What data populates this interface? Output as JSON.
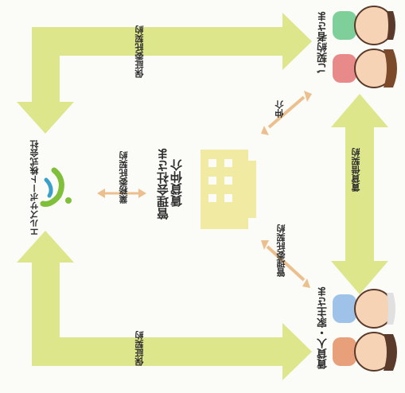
{
  "labels": {
    "top_band": "保証委託契約",
    "bottom_band": "保証契約",
    "right_band": "賃貸借契約",
    "mediation": "仲介",
    "management": "管理委託契約",
    "business": "業務委託契約",
    "contractor": "ご契約者さま",
    "landlord": "賃貸人・家主さま",
    "agent_line1": "賃貸仲介",
    "agent_line2": "管理会社さま",
    "company": "エルズサポート株式会社"
  },
  "colors": {
    "band": "#dde68a",
    "small_arrow": "#ecc08e",
    "text": "#2f2f2f",
    "building": "#f1eaa3"
  }
}
